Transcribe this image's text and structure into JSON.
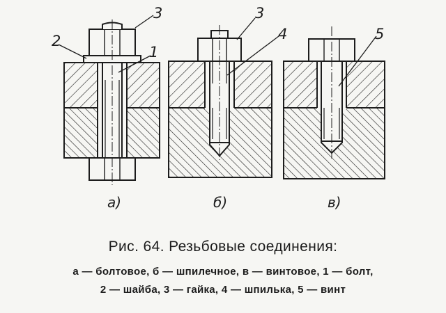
{
  "figure": {
    "labels": {
      "a": {
        "n1": "1",
        "n2": "2",
        "n3": "3"
      },
      "b": {
        "n3": "3",
        "n4": "4"
      },
      "c": {
        "n5": "5"
      }
    },
    "sublabels": {
      "a": "а)",
      "b": "б)",
      "c": "в)"
    }
  },
  "caption": {
    "title": "Рис. 64. Резьбовые соединения:",
    "line1": "а — болтовое,  б — шпилечное,  в — винтовое,  1 — болт,",
    "line2": "2 — шайба, 3 — гайка, 4 — шпилька, 5 — винт"
  },
  "colors": {
    "ink": "#1c1c1c",
    "paper": "#f6f6f3"
  }
}
